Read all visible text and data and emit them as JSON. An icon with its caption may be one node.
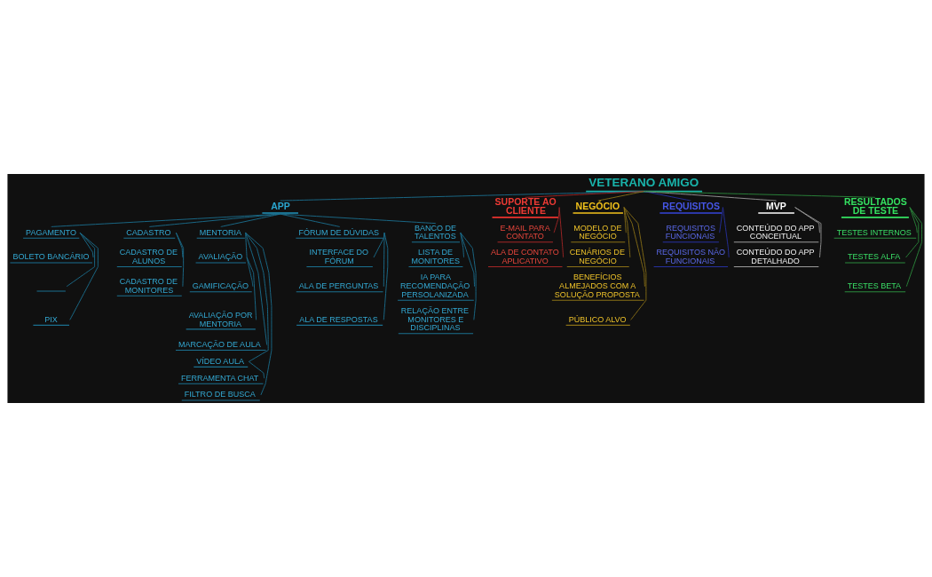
{
  "diagram": {
    "nodes": [
      {
        "text": [
          "VETERANO AMIGO"
        ]
      },
      {
        "text": [
          "APP"
        ]
      },
      {
        "text": [
          "PAGAMENTO"
        ]
      },
      {
        "text": [
          "BOLETO BANCÁRIO"
        ]
      },
      {
        "text": [],
        "shape": "underline"
      },
      {
        "text": [
          "PIX"
        ]
      },
      {
        "text": [
          "CADASTRO"
        ]
      },
      {
        "text": [
          "CADASTRO DE ALUNOS"
        ]
      },
      {
        "text": [
          "CADASTRO DE MONITORES"
        ]
      },
      {
        "text": [
          "MENTORIA"
        ]
      },
      {
        "text": [
          "AVALIAÇÃO"
        ]
      },
      {
        "text": [
          "GAMIFICAÇÃO"
        ]
      },
      {
        "text": [
          "AVALIAÇÃO POR MENTORIA"
        ]
      },
      {
        "text": [
          "MARCAÇÃO DE AULA"
        ]
      },
      {
        "text": [
          "VÍDEO AULA"
        ]
      },
      {
        "text": [
          "FERRAMENTA CHAT"
        ]
      },
      {
        "text": [
          "FILTRO DE BUSCA"
        ]
      },
      {
        "text": [
          "FÓRUM DE DÚVIDAS"
        ]
      },
      {
        "text": [
          "INTERFACE DO FÓRUM"
        ]
      },
      {
        "text": [
          "ALA DE PERGUNTAS"
        ]
      },
      {
        "text": [
          "ALA DE RESPOSTAS"
        ]
      },
      {
        "text": [
          "BANCO DE TALENTOS"
        ]
      },
      {
        "text": [
          "LISTA DE MONITORES"
        ]
      },
      {
        "text": [
          "IA PARA RECOMENDAÇÃO PERSOLANIZADA"
        ]
      },
      {
        "text": [
          "RELAÇÃO ENTRE MONITORES E DISCIPLINAS"
        ]
      },
      {
        "text": [
          "SUPORTE AO CLIENTE"
        ]
      },
      {
        "text": [
          "E-MAIL PARA CONTATO"
        ]
      },
      {
        "text": [
          "ALA DE CONTATO APLICATIVO"
        ]
      },
      {
        "text": [
          "NEGÓCIO"
        ]
      },
      {
        "text": [
          "MODELO DE NEGÓCIO"
        ]
      },
      {
        "text": [
          "CENÁRIOS DE NEGÓCIO"
        ]
      },
      {
        "text": [
          "BENEFÍCIOS ALMEJADOS COM A SOLUÇÃO PROPOSTA"
        ]
      },
      {
        "text": [
          "PÚBLICO ALVO"
        ]
      },
      {
        "text": [
          "REQUISITOS"
        ]
      },
      {
        "text": [
          "REQUISITOS FUNCIONAIS"
        ]
      },
      {
        "text": [
          "REQUISITOS NÃO FUNCIONAIS"
        ]
      },
      {
        "text": [
          "MVP"
        ]
      },
      {
        "text": [
          "CONTEÚDO DO APP CONCEITUAL"
        ]
      },
      {
        "text": [
          "CONTEÚDO DO APP DETALHADO"
        ]
      },
      {
        "text": [
          "RESULTADOS DE TESTE"
        ]
      },
      {
        "text": [
          "TESTES INTERNOS"
        ]
      },
      {
        "text": [
          "TESTES ALFA"
        ]
      },
      {
        "text": [
          "TESTES BETA"
        ]
      }
    ],
    "edges": [
      {
        "from": 0,
        "to": 1,
        "arrow": "none"
      },
      {
        "from": 1,
        "to": 2,
        "arrow": "none"
      },
      {
        "from": 2,
        "to": 3,
        "arrow": "none"
      },
      {
        "from": 2,
        "to": 4,
        "arrow": "none"
      },
      {
        "from": 2,
        "to": 5,
        "arrow": "none"
      },
      {
        "from": 1,
        "to": 6,
        "arrow": "none"
      },
      {
        "from": 6,
        "to": 7,
        "arrow": "none"
      },
      {
        "from": 6,
        "to": 8,
        "arrow": "none"
      },
      {
        "from": 1,
        "to": 9,
        "arrow": "none"
      },
      {
        "from": 9,
        "to": 10,
        "arrow": "none"
      },
      {
        "from": 10,
        "to": 11,
        "arrow": "none"
      },
      {
        "from": 10,
        "to": 12,
        "arrow": "none"
      },
      {
        "from": 9,
        "to": 13,
        "arrow": "none"
      },
      {
        "from": 9,
        "to": 14,
        "arrow": "none"
      },
      {
        "from": 14,
        "to": 15,
        "arrow": "none"
      },
      {
        "from": 9,
        "to": 16,
        "arrow": "none"
      },
      {
        "from": 1,
        "to": 17,
        "arrow": "none"
      },
      {
        "from": 17,
        "to": 18,
        "arrow": "none"
      },
      {
        "from": 17,
        "to": 19,
        "arrow": "none"
      },
      {
        "from": 17,
        "to": 20,
        "arrow": "none"
      },
      {
        "from": 1,
        "to": 21,
        "arrow": "none"
      },
      {
        "from": 21,
        "to": 22,
        "arrow": "none"
      },
      {
        "from": 21,
        "to": 23,
        "arrow": "none"
      },
      {
        "from": 21,
        "to": 24,
        "arrow": "none"
      },
      {
        "from": 0,
        "to": 25,
        "arrow": "none",
        "color": "#a52626"
      },
      {
        "from": 25,
        "to": 26,
        "arrow": "none",
        "color": "#a52626"
      },
      {
        "from": 25,
        "to": 27,
        "arrow": "none",
        "color": "#a52626"
      },
      {
        "from": 0,
        "to": 28,
        "arrow": "none",
        "color": "#8a7016"
      },
      {
        "from": 28,
        "to": 29,
        "arrow": "none",
        "color": "#8a7016"
      },
      {
        "from": 28,
        "to": 30,
        "arrow": "none",
        "color": "#8a7016"
      },
      {
        "from": 28,
        "to": 31,
        "arrow": "none",
        "color": "#8a7016"
      },
      {
        "from": 28,
        "to": 32,
        "arrow": "none",
        "color": "#8a7016"
      },
      {
        "from": 0,
        "to": 33,
        "arrow": "none",
        "color": "#2630a0"
      },
      {
        "from": 33,
        "to": 34,
        "arrow": "none",
        "color": "#2630a0"
      },
      {
        "from": 33,
        "to": 35,
        "arrow": "none",
        "color": "#2630a0"
      },
      {
        "from": 0,
        "to": 36,
        "arrow": "none",
        "color": "#9a9a9a"
      },
      {
        "from": 36,
        "to": 37,
        "arrow": "none",
        "color": "#9a9a9a"
      },
      {
        "from": 36,
        "to": 38,
        "arrow": "none",
        "color": "#9a9a9a"
      },
      {
        "from": 0,
        "to": 39,
        "arrow": "none",
        "color": "#2b8a3c"
      },
      {
        "from": 39,
        "to": 40,
        "arrow": "none",
        "color": "#2b8a3c"
      },
      {
        "from": 39,
        "to": 41,
        "arrow": "none",
        "color": "#2b8a3c"
      },
      {
        "from": 39,
        "to": 42,
        "arrow": "none",
        "color": "#2b8a3c"
      }
    ]
  }
}
